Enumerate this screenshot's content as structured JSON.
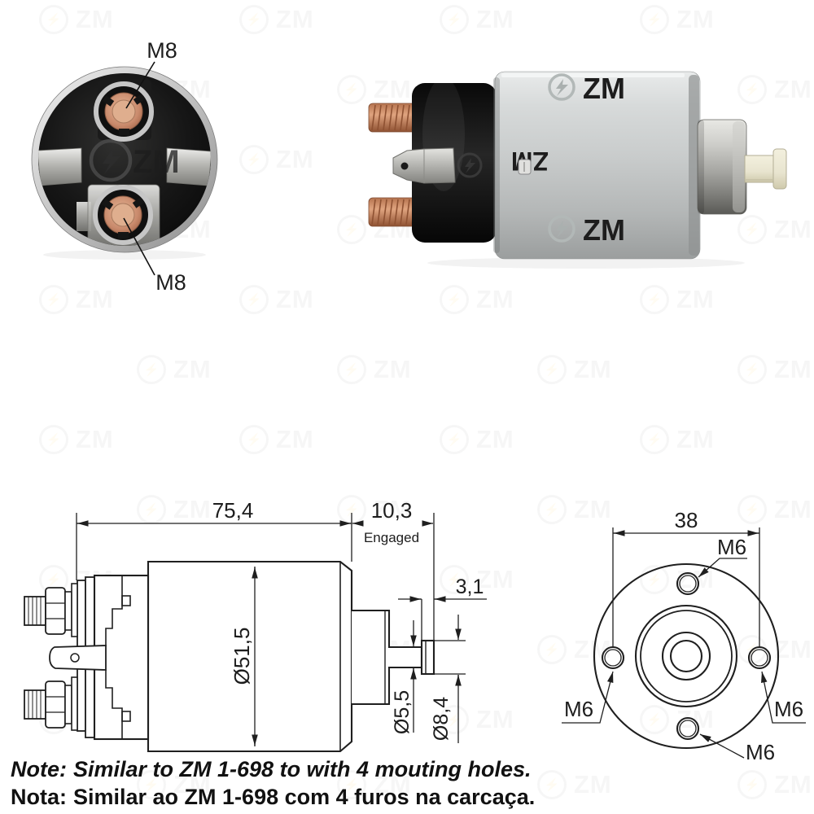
{
  "watermark": {
    "text": "ZM",
    "bolt_glyph": "⚡",
    "icon": "zm-lightning-logo"
  },
  "front_view_photo": {
    "terminal_label_top": "M8",
    "terminal_label_bottom": "M8"
  },
  "side_drawing": {
    "overall_length": "75,4",
    "engaged_travel": "10,3",
    "engaged_caption": "Engaged",
    "tip_length": "3,1",
    "body_diameter": "Ø51,5",
    "rod_diameter": "Ø5,5",
    "tip_diameter": "Ø8,4"
  },
  "flange_drawing": {
    "hole_spacing": "38",
    "hole_label_top": "M6",
    "hole_label_left": "M6",
    "hole_label_right": "M6",
    "hole_label_bottom": "M6"
  },
  "notes": {
    "en_label": "Note:",
    "en_text": "Similar to ZM 1-698 to with 4 mouting holes.",
    "pt_label": "Nota:",
    "pt_text": "Similar ao ZM 1-698 com 4 furos na carcaça."
  },
  "colors": {
    "copper": "#c98a6c",
    "body_gray": "#c9cccc",
    "cap_black": "#131313",
    "steel_plunger": "#b5b5b1",
    "pin_ivory": "#eae6d1",
    "drawing_line": "#1f1f1f",
    "note_text": "#111111",
    "watermark": "#6b7272"
  }
}
